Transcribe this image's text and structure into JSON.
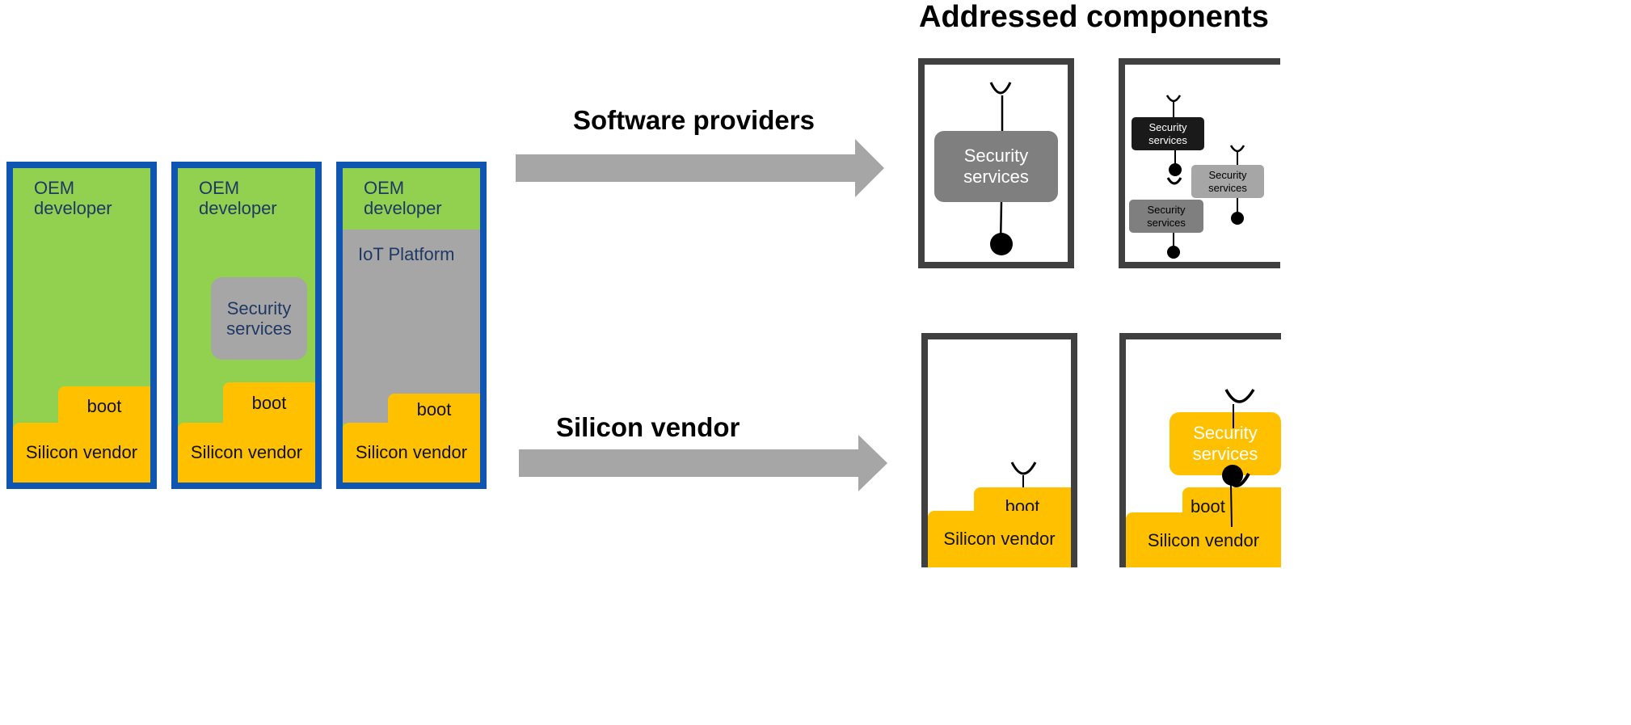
{
  "heading": "Addressed components",
  "arrows": {
    "software": "Software providers",
    "silicon": "Silicon vendor"
  },
  "stacks": [
    {
      "oem": [
        "OEM",
        "developer"
      ],
      "boot": "boot",
      "silicon": "Silicon vendor"
    },
    {
      "oem": [
        "OEM",
        "developer"
      ],
      "security": [
        "Security",
        "services"
      ],
      "boot": "boot",
      "silicon": "Silicon vendor"
    },
    {
      "oem": [
        "OEM",
        "developer"
      ],
      "platform": "IoT Platform",
      "boot": "boot",
      "silicon": "Silicon vendor"
    }
  ],
  "components": {
    "software_single": [
      "Security",
      "services"
    ],
    "software_multi": [
      [
        "Security",
        "services"
      ],
      [
        "Security",
        "services"
      ],
      [
        "Security",
        "services"
      ]
    ],
    "silicon_single": {
      "boot": "boot",
      "silicon": "Silicon vendor"
    },
    "silicon_combined": {
      "security": [
        "Security",
        "services"
      ],
      "boot": "boot",
      "silicon": "Silicon vendor"
    }
  },
  "colors": {
    "stack_border": "#0f56b3",
    "oem_green": "#92d050",
    "platform_gray": "#a6a6a6",
    "silicon_yellow": "#ffc000",
    "frame": "#404040",
    "arrow": "#a6a6a6"
  }
}
